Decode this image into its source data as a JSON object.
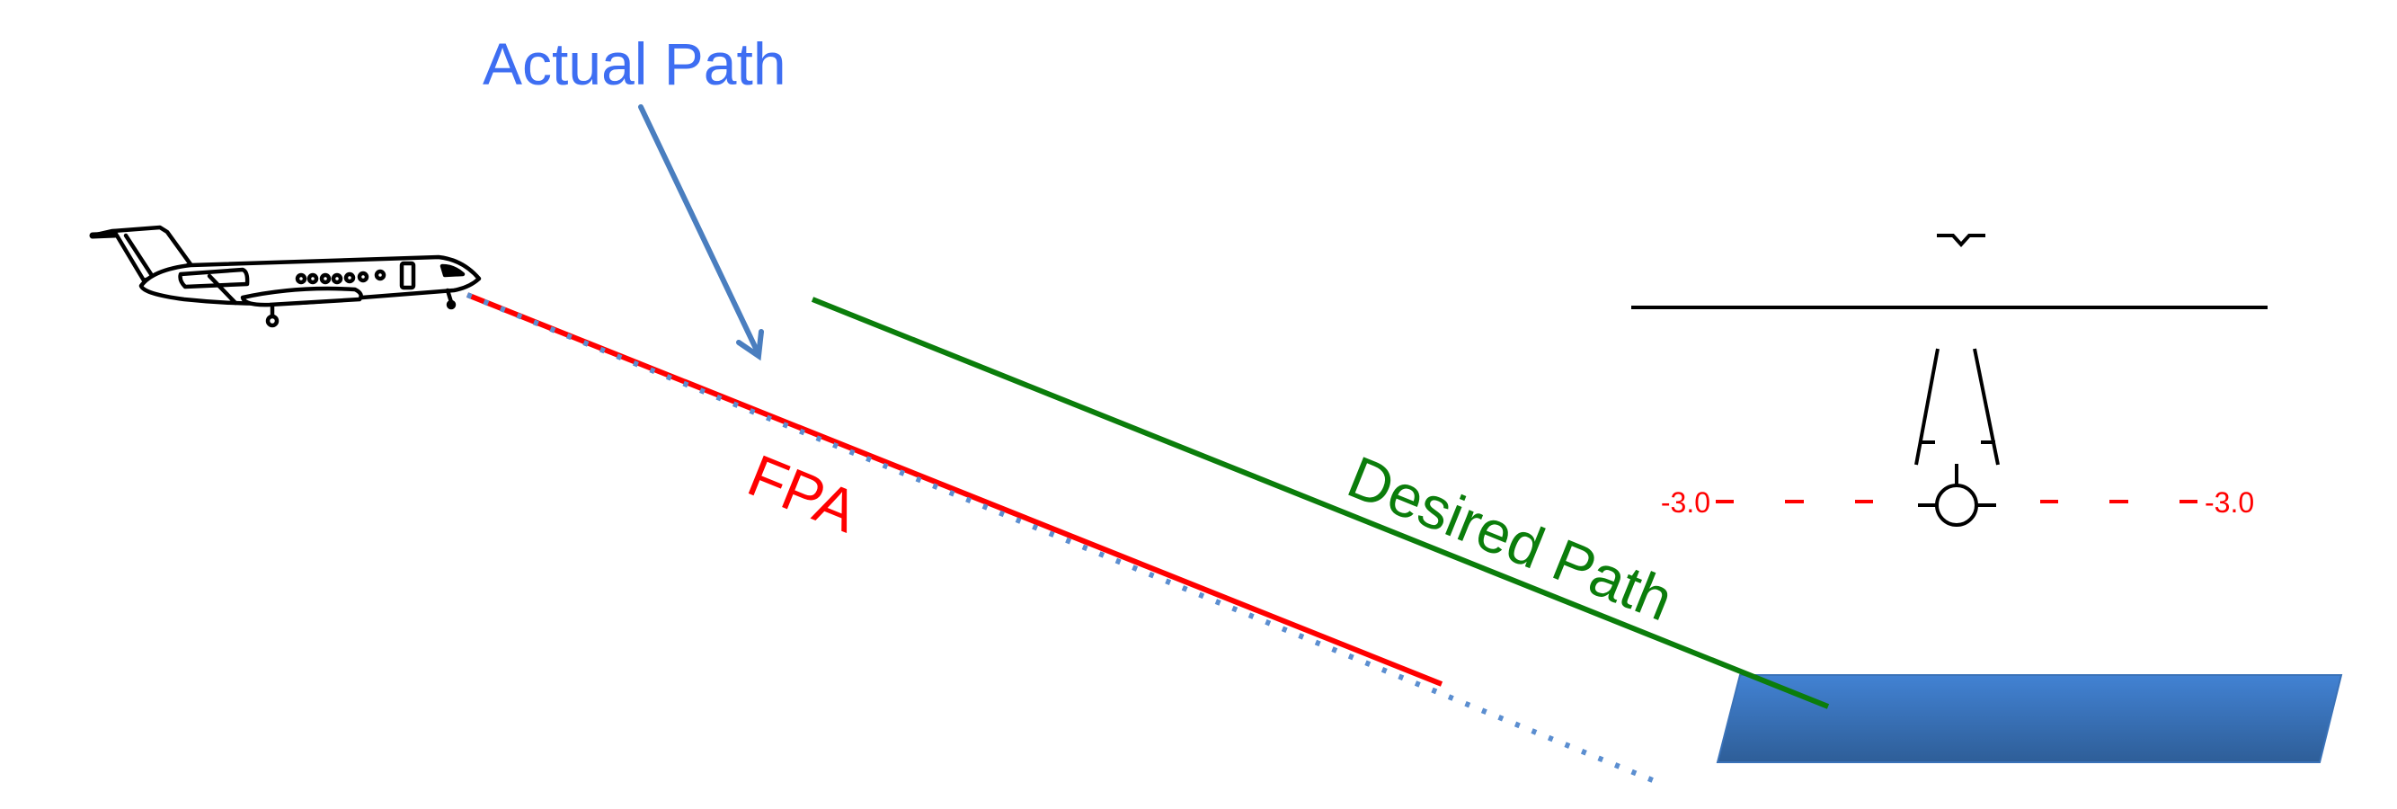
{
  "labels": {
    "actual_path": "Actual Path",
    "fpa": "FPA",
    "desired_path": "Desired Path"
  },
  "hud": {
    "pitch_left": "-3.0",
    "pitch_right": "-3.0"
  },
  "colors": {
    "actual_path_text": "#3e6ef2",
    "actual_path_arrow": "#4a7ebf",
    "actual_path_dotted": "#5b8ed0",
    "fpa": "#ff0000",
    "desired_path": "#0b7d0b",
    "runway_top": "#4282d3",
    "runway_bottom": "#2e5e98",
    "hud": "#000000",
    "pitch_ladder": "#ff0000"
  }
}
